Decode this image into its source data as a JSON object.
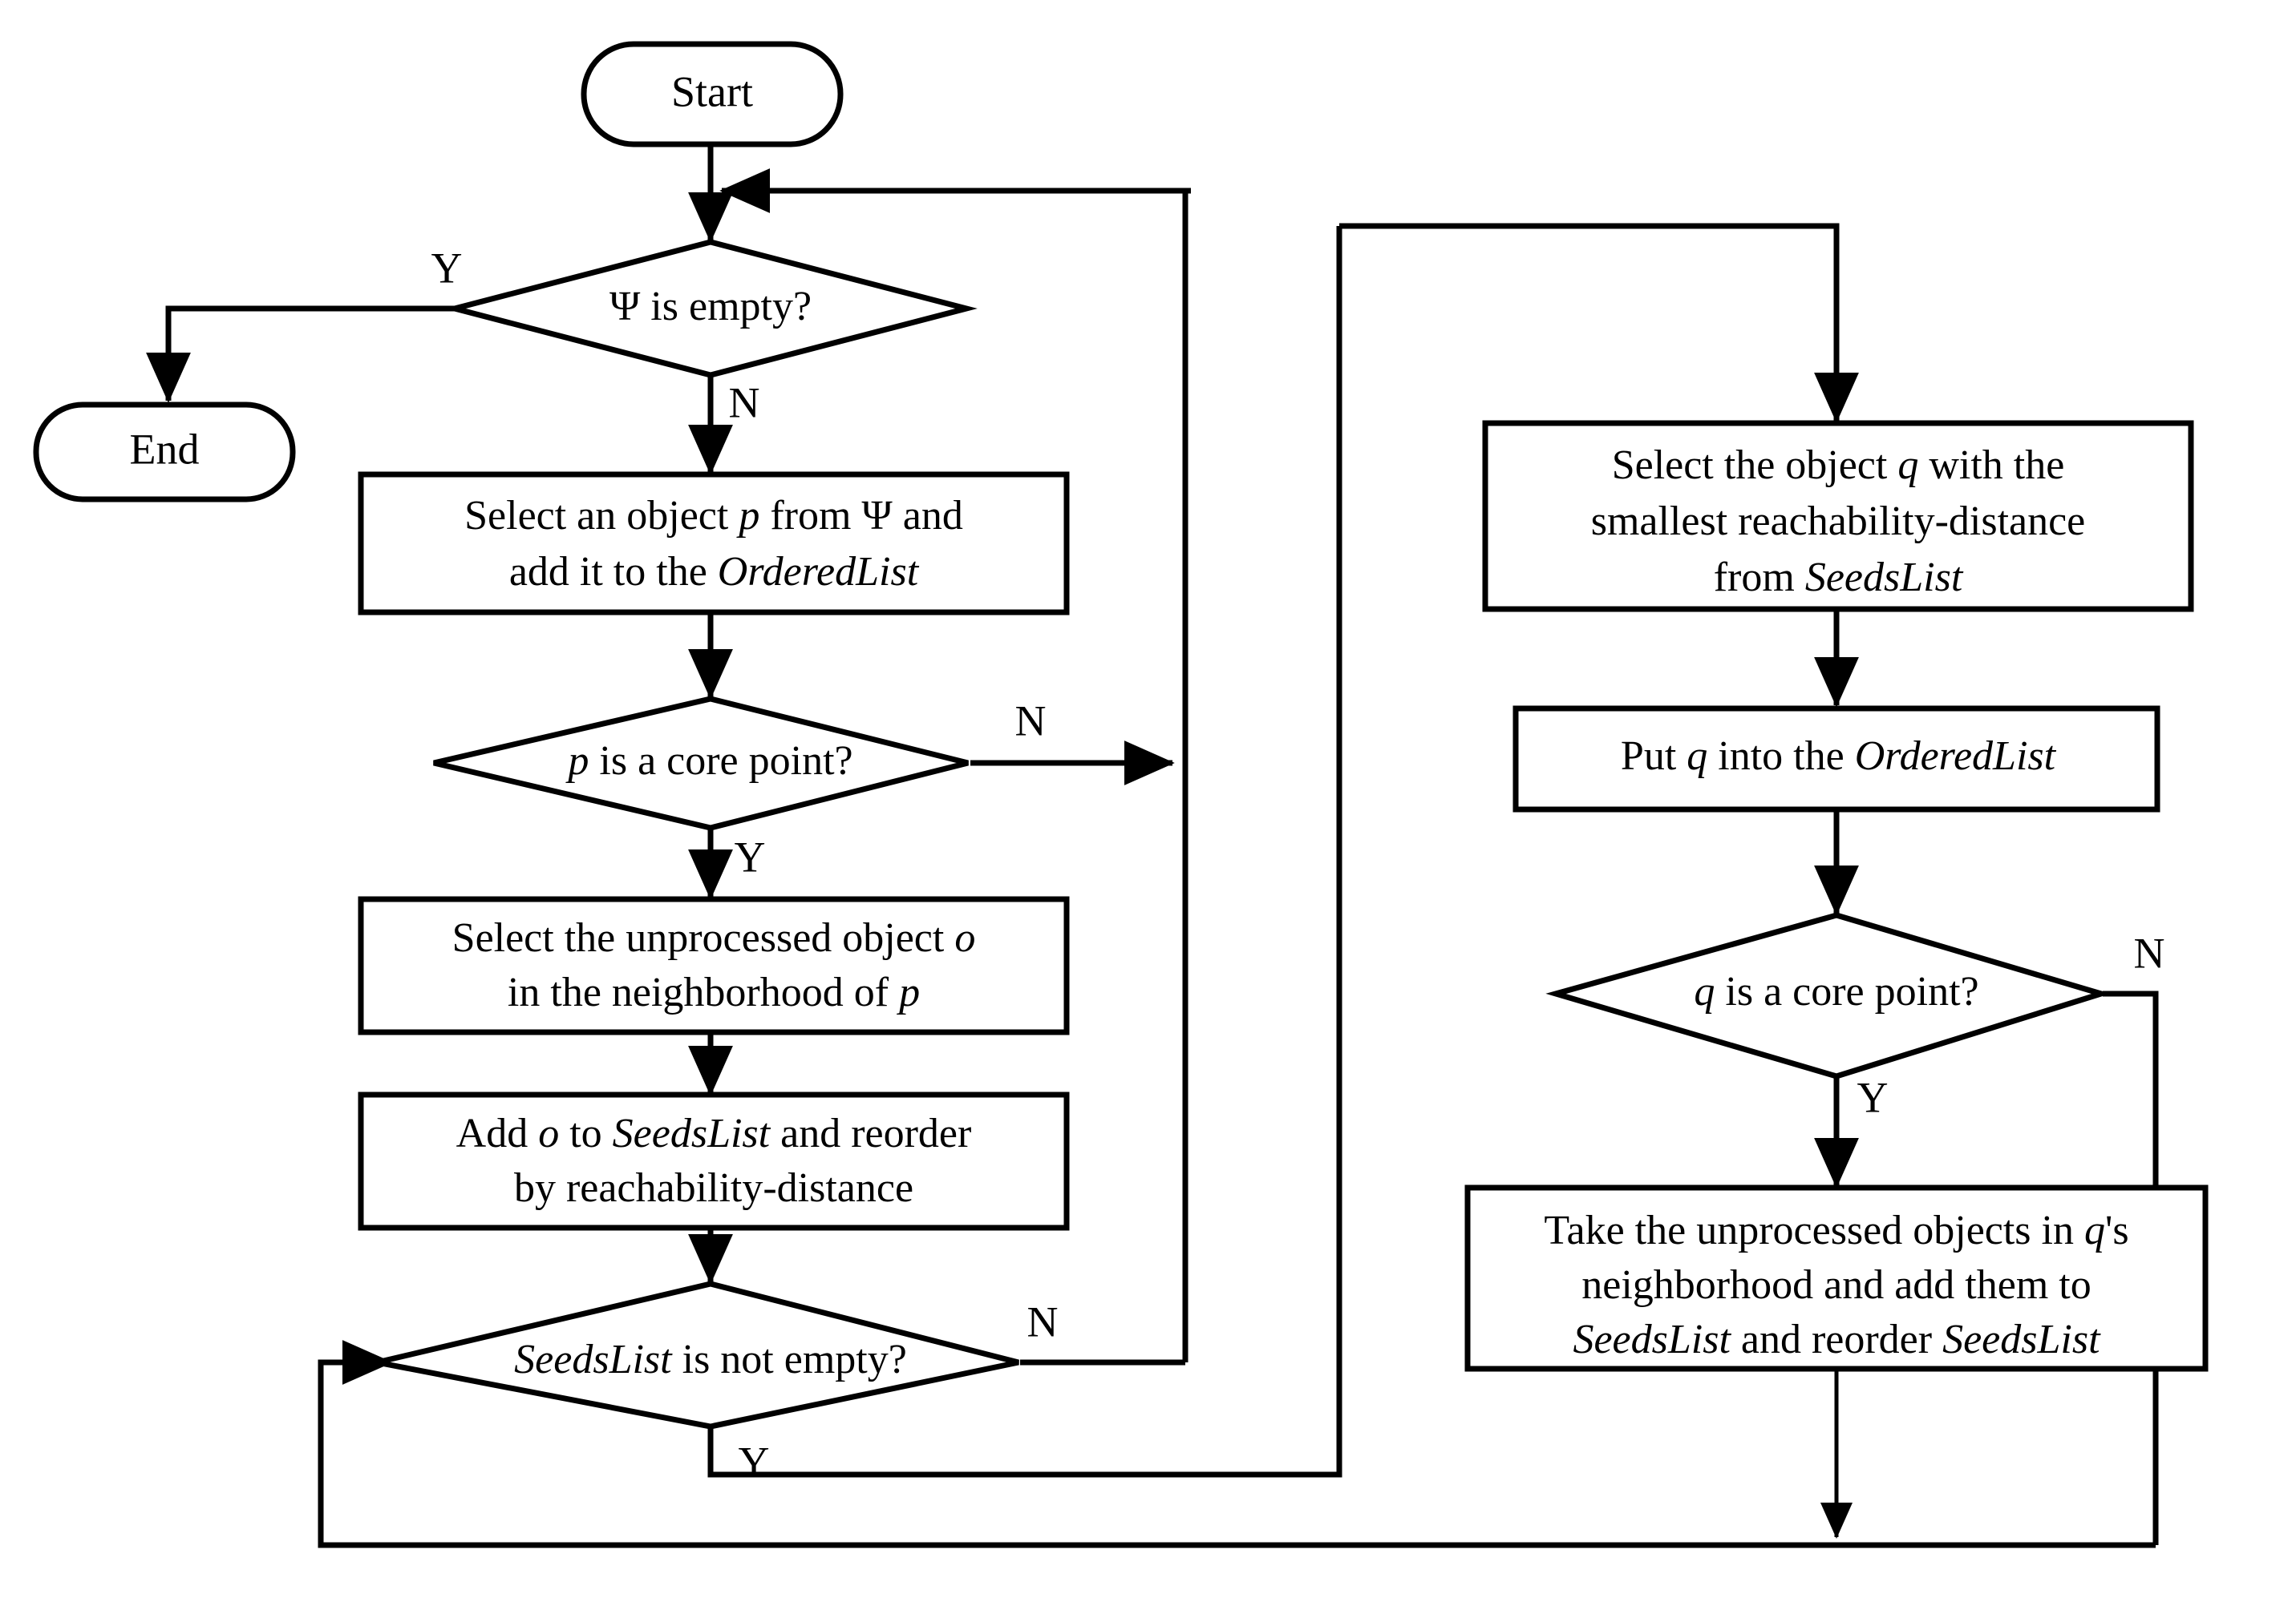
{
  "diagram": {
    "type": "flowchart",
    "title": "OPTICS clustering algorithm flowchart",
    "nodes": {
      "start": {
        "id": "start",
        "shape": "terminator",
        "label": "Start"
      },
      "end": {
        "id": "end",
        "shape": "terminator",
        "label": "End"
      },
      "psi_empty": {
        "id": "psi_empty",
        "shape": "decision",
        "label": "Ψ is empty?"
      },
      "select_p": {
        "id": "select_p",
        "shape": "process",
        "line1_a": "Select an object ",
        "line1_i": "p",
        "line1_b": " from Ψ and",
        "line2_a": "add it to the ",
        "line2_i": "OrderedList",
        "line2_b": ""
      },
      "p_core": {
        "id": "p_core",
        "shape": "decision",
        "label_i": "p",
        "label_b": " is a core point?"
      },
      "select_o": {
        "id": "select_o",
        "shape": "process",
        "line1_a": "Select the unprocessed object ",
        "line1_i": "o",
        "line1_b": "",
        "line2_a": "in the neighborhood of ",
        "line2_i": "p",
        "line2_b": ""
      },
      "add_o": {
        "id": "add_o",
        "shape": "process",
        "line1_a": "Add ",
        "line1_i": "o",
        "line1_b": " to ",
        "line1_i2": "SeedsList",
        "line1_c": " and reorder",
        "line2_a": "by reachability-distance"
      },
      "seeds_not_empty": {
        "id": "seeds_not_empty",
        "shape": "decision",
        "label_i": "SeedsList",
        "label_b": " is not empty?"
      },
      "select_q": {
        "id": "select_q",
        "shape": "process",
        "line1_a": "Select the object ",
        "line1_i": "q",
        "line1_b": " with the",
        "line2_a": "smallest reachability-distance",
        "line3_a": "from ",
        "line3_i": "SeedsList",
        "line3_b": ""
      },
      "put_q": {
        "id": "put_q",
        "shape": "process",
        "line1_a": "Put ",
        "line1_i": "q",
        "line1_b": " into the ",
        "line1_i2": "OrderedList",
        "line1_c": ""
      },
      "q_core": {
        "id": "q_core",
        "shape": "decision",
        "label_i": "q",
        "label_b": " is a core point?"
      },
      "take_objs": {
        "id": "take_objs",
        "shape": "process",
        "line1_a": "Take the unprocessed objects in ",
        "line1_i": "q",
        "line1_b": "'s",
        "line2_a": "neighborhood and add them to",
        "line3_i": "SeedsList",
        "line3_b": " and reorder ",
        "line3_i2": "SeedsList"
      }
    },
    "edge_labels": {
      "psi_empty_yes": "Y",
      "psi_empty_no": "N",
      "p_core_no": "N",
      "p_core_yes": "Y",
      "seeds_no": "N",
      "seeds_yes": "Y",
      "q_core_no": "N",
      "q_core_yes": "Y"
    },
    "colors": {
      "stroke": "#000000",
      "fill": "#ffffff",
      "background": "#ffffff"
    }
  }
}
